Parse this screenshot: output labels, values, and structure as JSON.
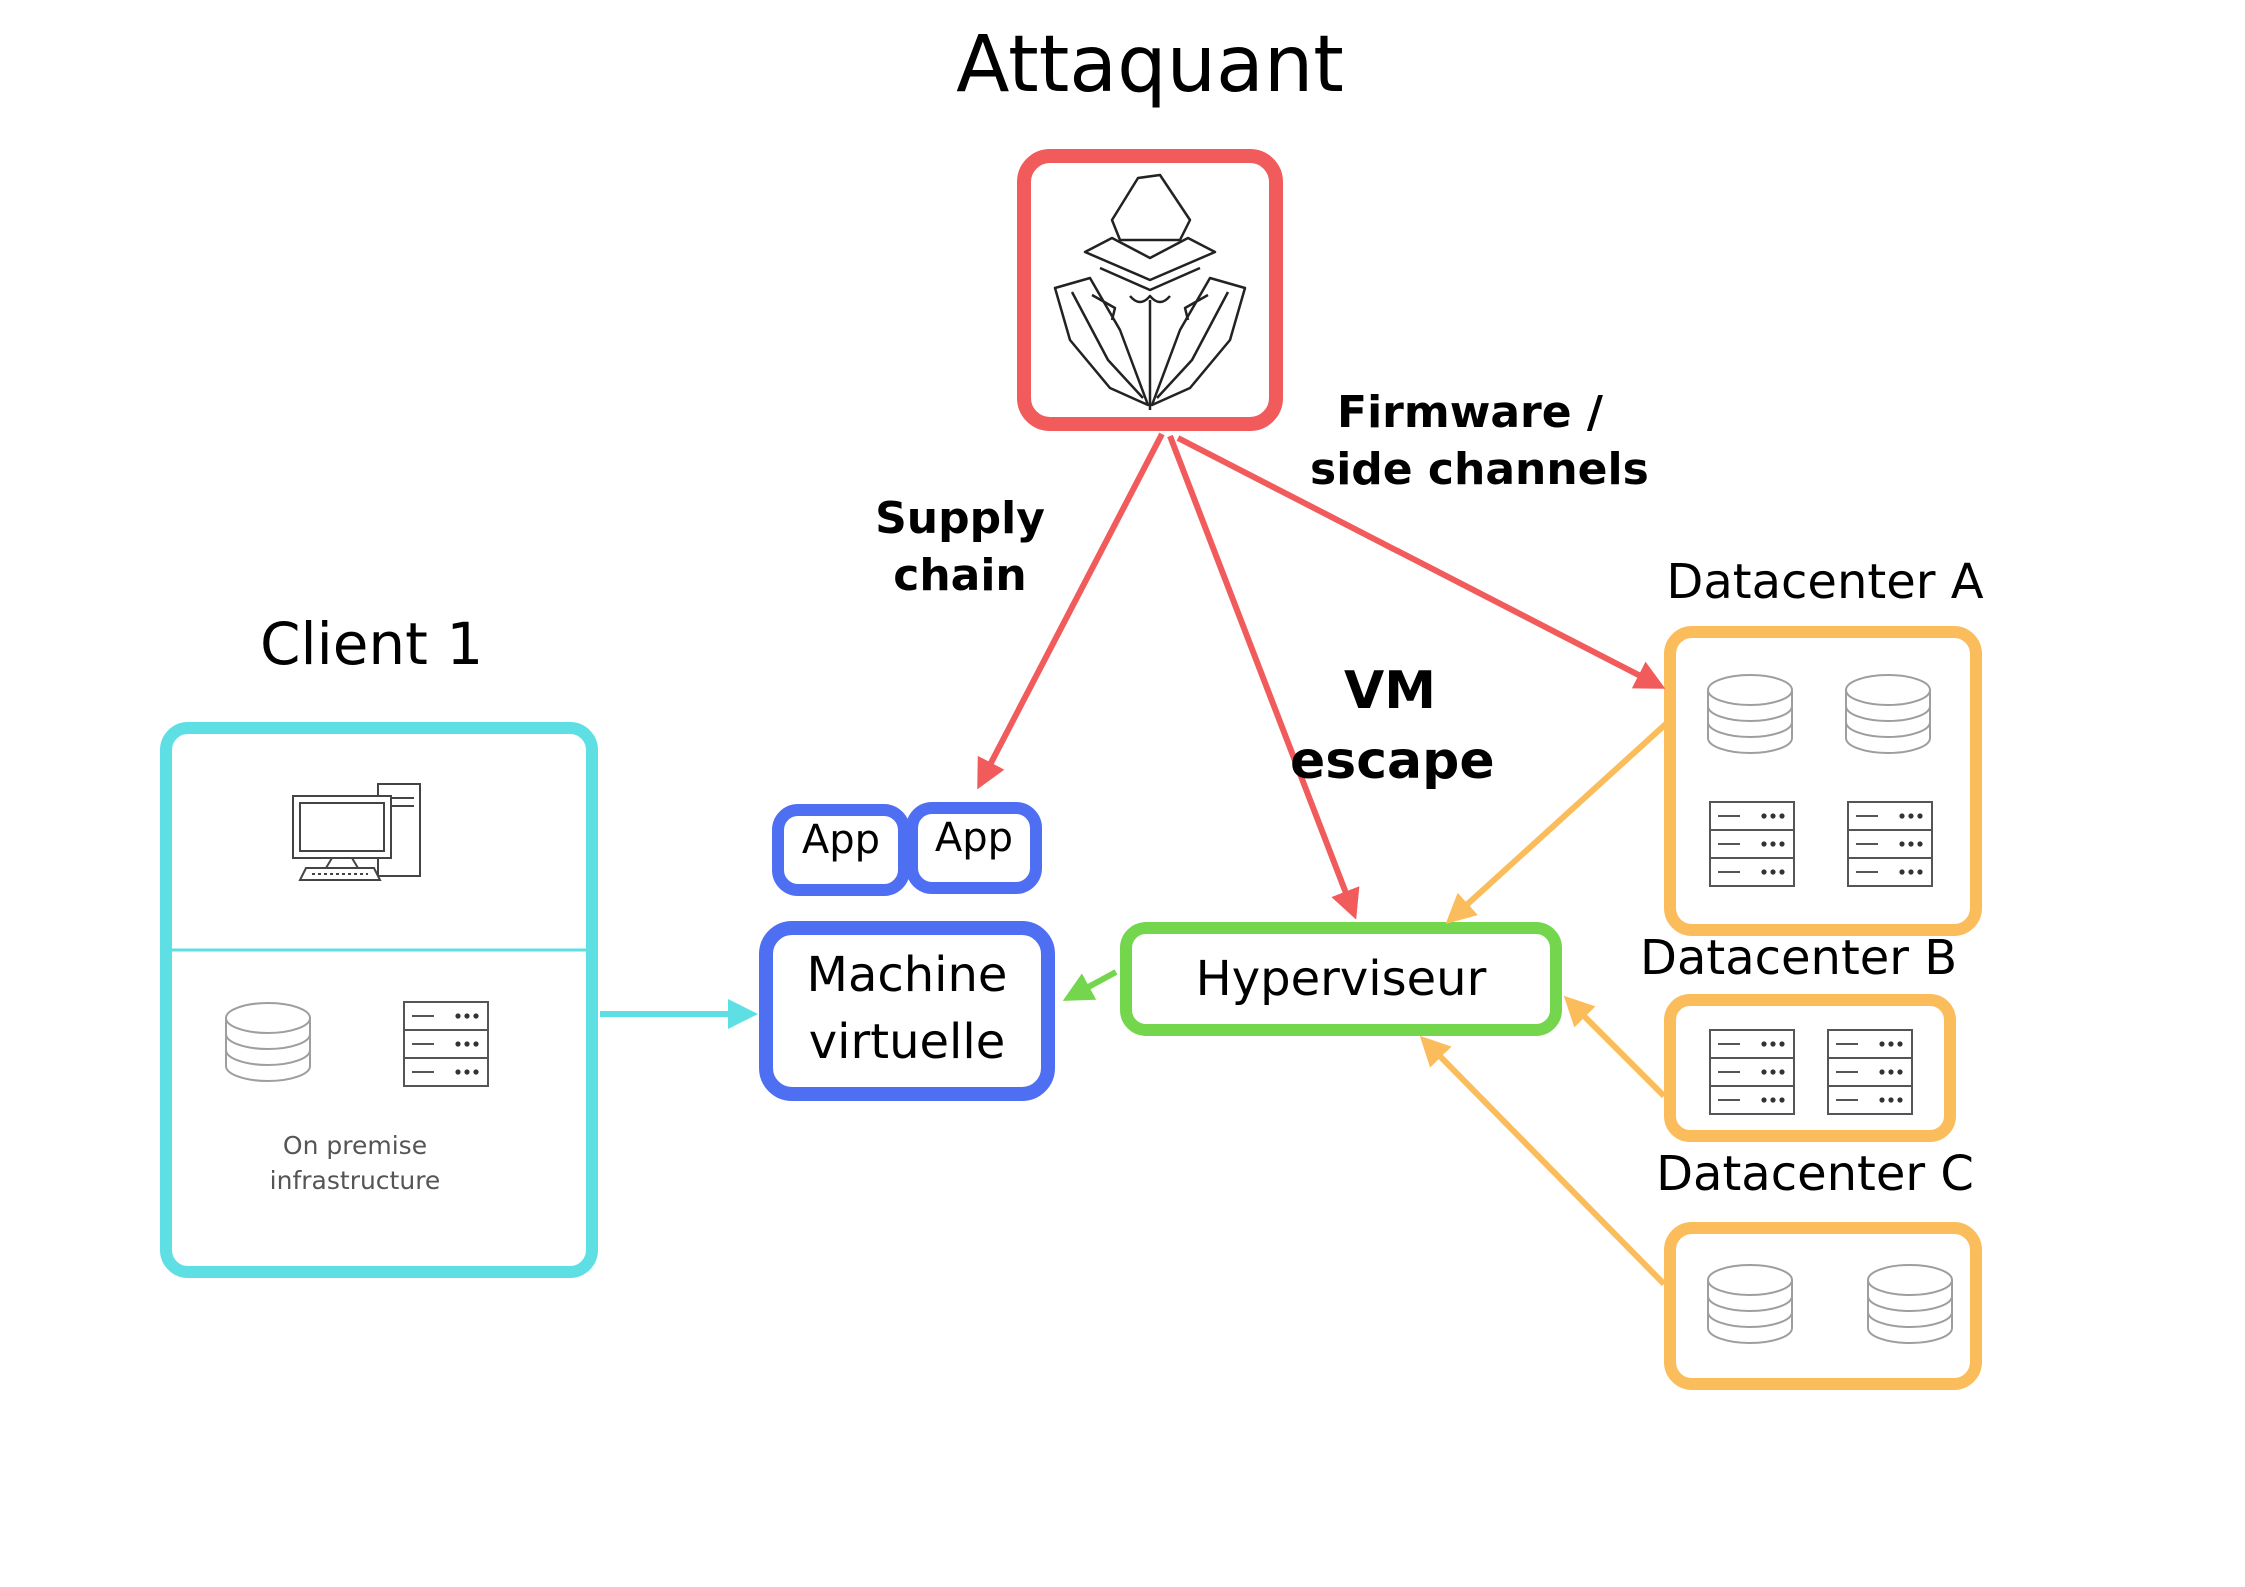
{
  "labels": {
    "attacker_title": "Attaquant",
    "client_title": "Client 1",
    "on_premise": [
      "On premise",
      "infrastructure"
    ],
    "app1": "App",
    "app2": "App",
    "vm": [
      "Machine",
      "virtuelle"
    ],
    "hypervisor": "Hyperviseur",
    "supply_chain": [
      "Supply",
      "chain"
    ],
    "vm_escape": [
      "VM",
      "escape"
    ],
    "firmware": [
      "Firmware /",
      "side channels"
    ],
    "dc_a": "Datacenter A",
    "dc_b": "Datacenter B",
    "dc_c": "Datacenter C"
  },
  "icons": {
    "attacker": "hooded-hacker-icon",
    "client_computer": "desktop-computer-icon",
    "database": "database-icon",
    "server": "server-rack-icon"
  },
  "colors": {
    "attacker": "#f25b5b",
    "client": "#5ddfe3",
    "app_vm": "#4f6ff2",
    "hypervisor": "#74d64d",
    "datacenter": "#fbbd5c",
    "icon_gray": "#9e9e9e"
  }
}
